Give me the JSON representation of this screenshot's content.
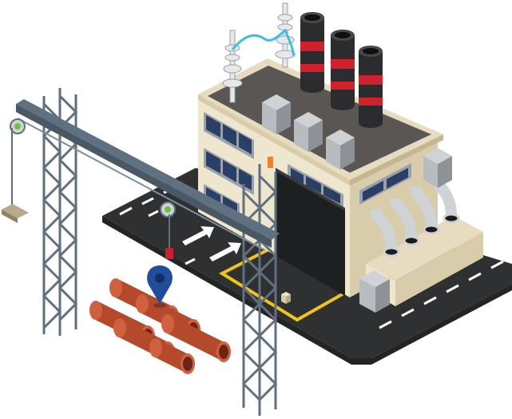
{
  "scene": {
    "subject": "isometric-factory-illustration",
    "colors": {
      "ground": "#2f3031",
      "road_line": "#ffffff",
      "hazard_outline": "#f0c419",
      "wall": "#efe6cf",
      "wall_shade": "#d9ccab",
      "roof": "#5a5653",
      "roof_edge": "#e8dcc0",
      "window": "#2a3f66",
      "window_frame": "#9aa1ab",
      "chimney_body": "#2c2c2e",
      "chimney_band": "#d0212d",
      "vent_box": "#8d9297",
      "crane_steel": "#5f7080",
      "pipe": "#b5492c",
      "pipe_inner": "#6e2414",
      "location_pin": "#1f4e9c",
      "insulator": "#e6e8ea",
      "power_wire": "#3bbfe8",
      "pulley_center": "#6fbf3f",
      "hook_red": "#c8202e",
      "exhaust_duct": "#cfd3d6",
      "door_light": "#ff7b1c"
    },
    "icons": [
      "location-pin-icon"
    ],
    "elements": {
      "chimney_count": 3,
      "roof_vent_count": 3,
      "exhaust_duct_count": 4,
      "pipe_count": 6,
      "road_arrow_count": 2
    }
  }
}
